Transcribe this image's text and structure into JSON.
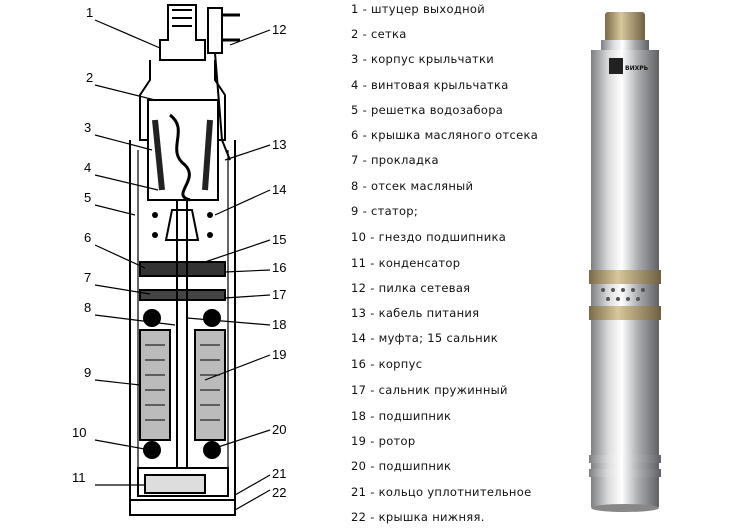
{
  "callout_numbers": [
    "1",
    "2",
    "3",
    "4",
    "5",
    "6",
    "7",
    "8",
    "9",
    "10",
    "11",
    "12",
    "13",
    "14",
    "15",
    "16",
    "17",
    "18",
    "19",
    "20",
    "21",
    "22"
  ],
  "legend": [
    "1 - штуцер выходной",
    "2 - сетка",
    "3 - корпус крыльчатки",
    "4 - винтовая крыльчатка",
    "5 - решетка водозабора",
    "6 - крышка масляного  отсека",
    "7 - прокладка",
    "8 - отсек масляный",
    "9 - статор;",
    "10 - гнездо подшипника",
    "11 - конденсатор",
    "12 - пилка сетевая",
    "13 - кабель питания",
    "14 - муфта;  15  сальник",
    "16 - корпус",
    "17 - сальник пружинный",
    "18 - подшипник",
    "19 - ротор",
    "20 - подшипник",
    "21 - кольцо уплотнительное",
    "22 - крышка нижняя."
  ],
  "photo": {
    "brand_label": "ВИХРЬ"
  }
}
